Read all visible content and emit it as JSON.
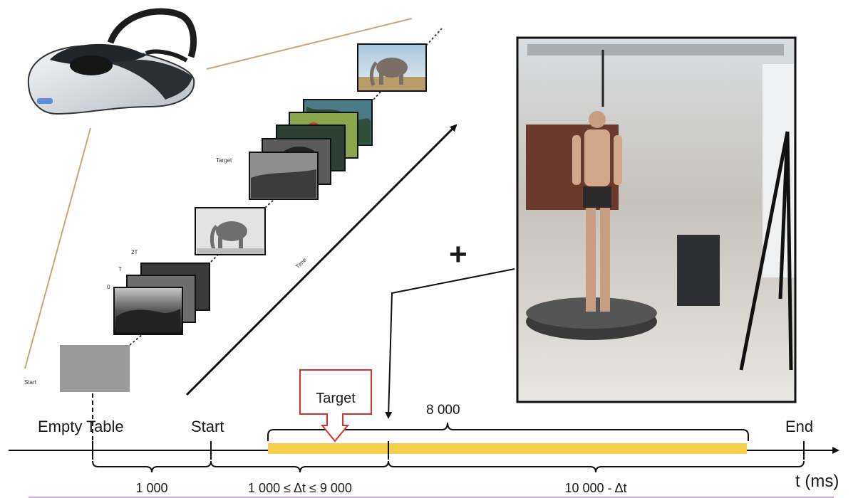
{
  "stimulus_labels": {
    "start": "Start",
    "zero": "0",
    "t": "T",
    "two_t": "2T",
    "target": "Target",
    "time": "Time"
  },
  "plus_sign": "+",
  "timeline": {
    "empty_table": "Empty Table",
    "start": "Start",
    "target_callout": "Target",
    "duration_top": "8 000",
    "end": "End",
    "axis_unit": "t (ms)",
    "interval_1": "1 000",
    "interval_2": "1 000 ≤ Δt ≤ 9 000",
    "interval_3": "10 000 - Δt"
  },
  "colors": {
    "highlight_bar": "#f5cf4a",
    "callout_border": "#d9302b",
    "headset_line": "#c7a87a",
    "bottom_strip": "#d6a3d6"
  },
  "icons": [
    "vr-headset-icon",
    "elephant-photo",
    "subject-photo"
  ]
}
